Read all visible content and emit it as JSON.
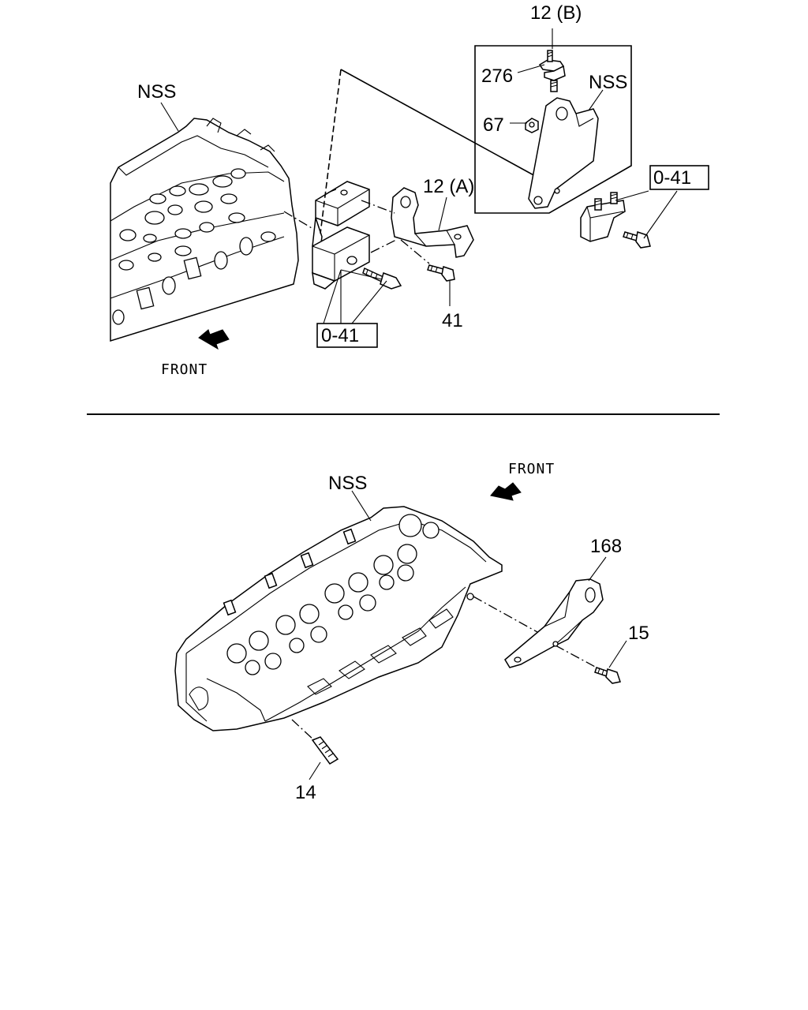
{
  "top_view": {
    "labels": {
      "bracket_b": "12 (B)",
      "insulator": "276",
      "nss_engine": "NSS",
      "nss_bracket": "NSS",
      "nut": "67",
      "bracket_a": "12 (A)",
      "ref_right": "0-41",
      "ref_left": "0-41",
      "bolt": "41",
      "front": "FRONT"
    }
  },
  "bottom_view": {
    "labels": {
      "nss_head": "NSS",
      "front": "FRONT",
      "bracket": "168",
      "bolt": "15",
      "stud": "14"
    }
  }
}
